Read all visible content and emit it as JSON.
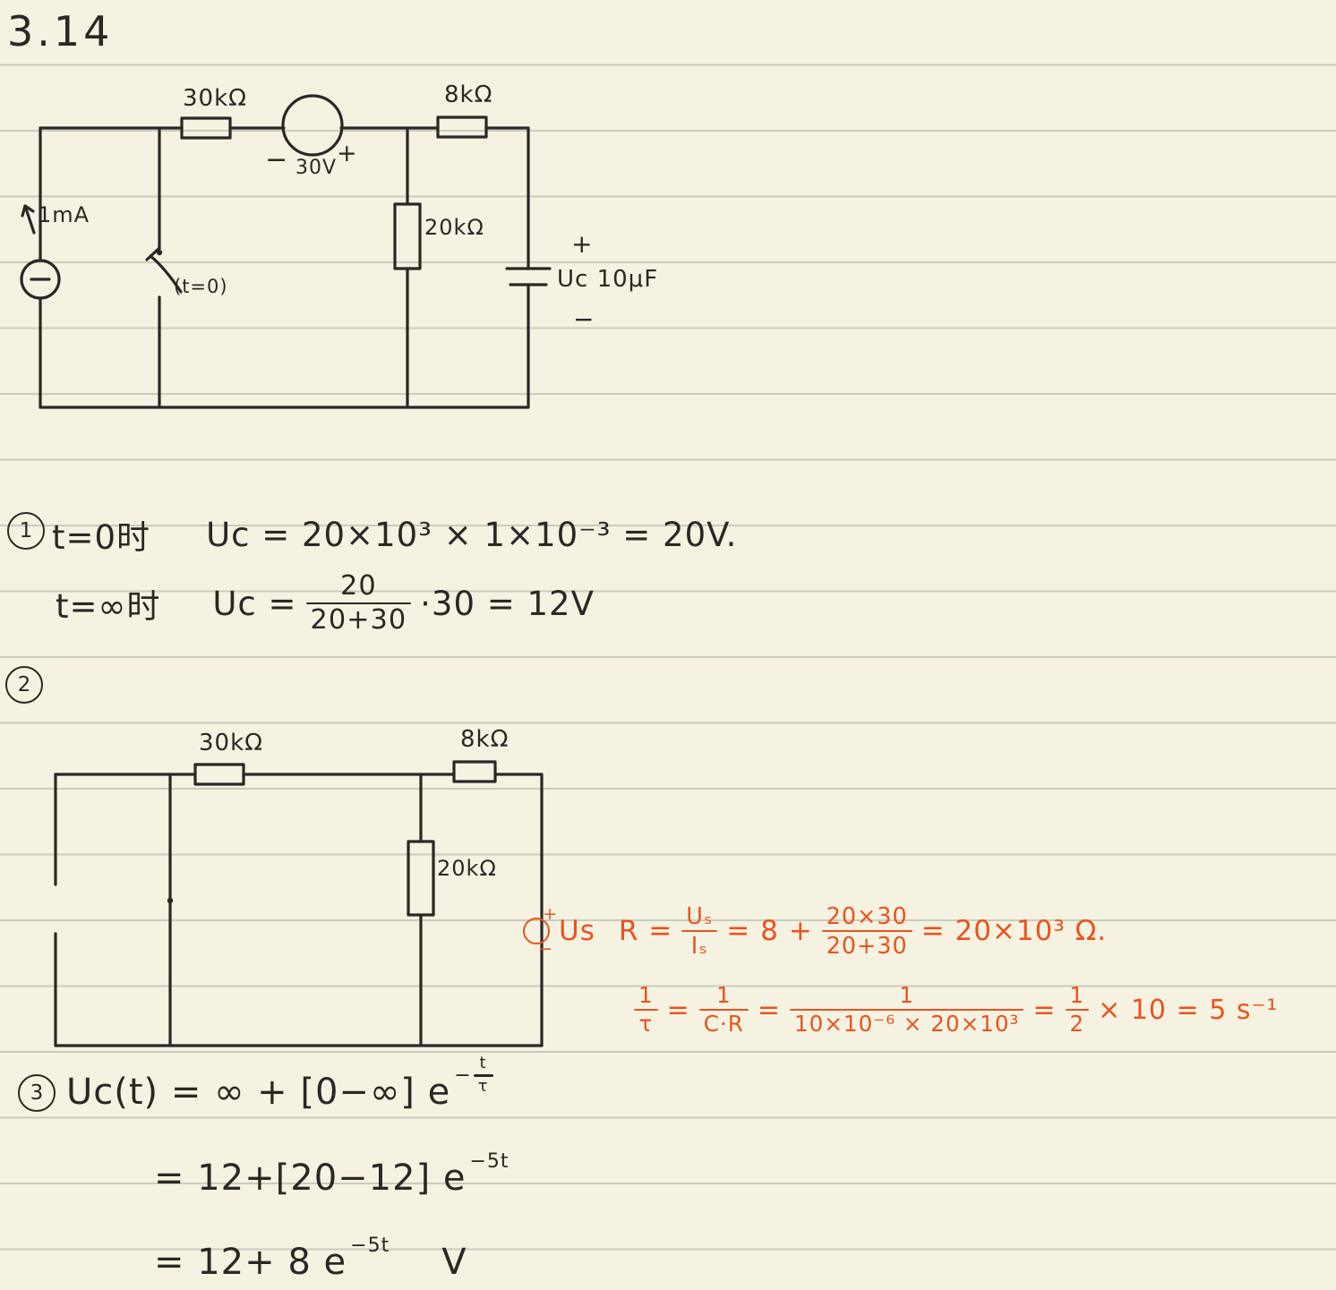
{
  "page": {
    "title": "3.14"
  },
  "colors": {
    "ink": "#2a2826",
    "accent": "#e8541c",
    "paper": "#f6f2e2",
    "rule": "#c8ccbd"
  },
  "circuit1": {
    "r_top_left": "30kΩ",
    "source_minus": "−",
    "source_value": "30V",
    "source_plus": "+",
    "r_top_right": "8kΩ",
    "current_source": "1mA",
    "switch_label": "(t=0)",
    "r_middle": "20kΩ",
    "cap_plus": "+",
    "cap_label": "Uc 10μF",
    "cap_minus": "−"
  },
  "step1": {
    "marker": "1",
    "l1_cond": "t=0时",
    "l1_eq": "Uc = 20×10³ × 1×10⁻³ = 20V.",
    "l2_cond": "t=∞时",
    "l2_lhs": "Uc =",
    "l2_frac_num": "20",
    "l2_frac_den": "20+30",
    "l2_rhs": "·30 = 12V"
  },
  "step2_marker": "2",
  "circuit2": {
    "r_top_left": "30kΩ",
    "r_top_right": "8kΩ",
    "r_middle": "20kΩ"
  },
  "analysis": {
    "src_plus": "+",
    "src_minus": "−",
    "src_label": "Us",
    "r_lhs": "R =",
    "frac1_num": "Uₛ",
    "frac1_den": "Iₛ",
    "mid": "= 8 +",
    "frac2_num": "20×30",
    "frac2_den": "20+30",
    "r_rhs": "= 20×10³ Ω.",
    "tau_frac1_num": "1",
    "tau_frac1_den": "τ",
    "eq_sign": "=",
    "tau_frac2_num": "1",
    "tau_frac2_den": "C·R",
    "tau_frac3_num": "1",
    "tau_frac3_den": "10×10⁻⁶ × 20×10³",
    "tau_frac4_num": "1",
    "tau_frac4_den": "2",
    "tail": "× 10 = 5 s⁻¹"
  },
  "step3": {
    "marker": "3",
    "l1": "Uc(t) = ∞ + [0−∞] e",
    "exp_minus": "−",
    "exp_num": "t",
    "exp_den": "τ",
    "l2": "= 12+[20−12] e",
    "l2_exp": "−5t",
    "l3": "= 12+ 8 e",
    "l3_exp": "−5t",
    "l3_unit": "V"
  }
}
